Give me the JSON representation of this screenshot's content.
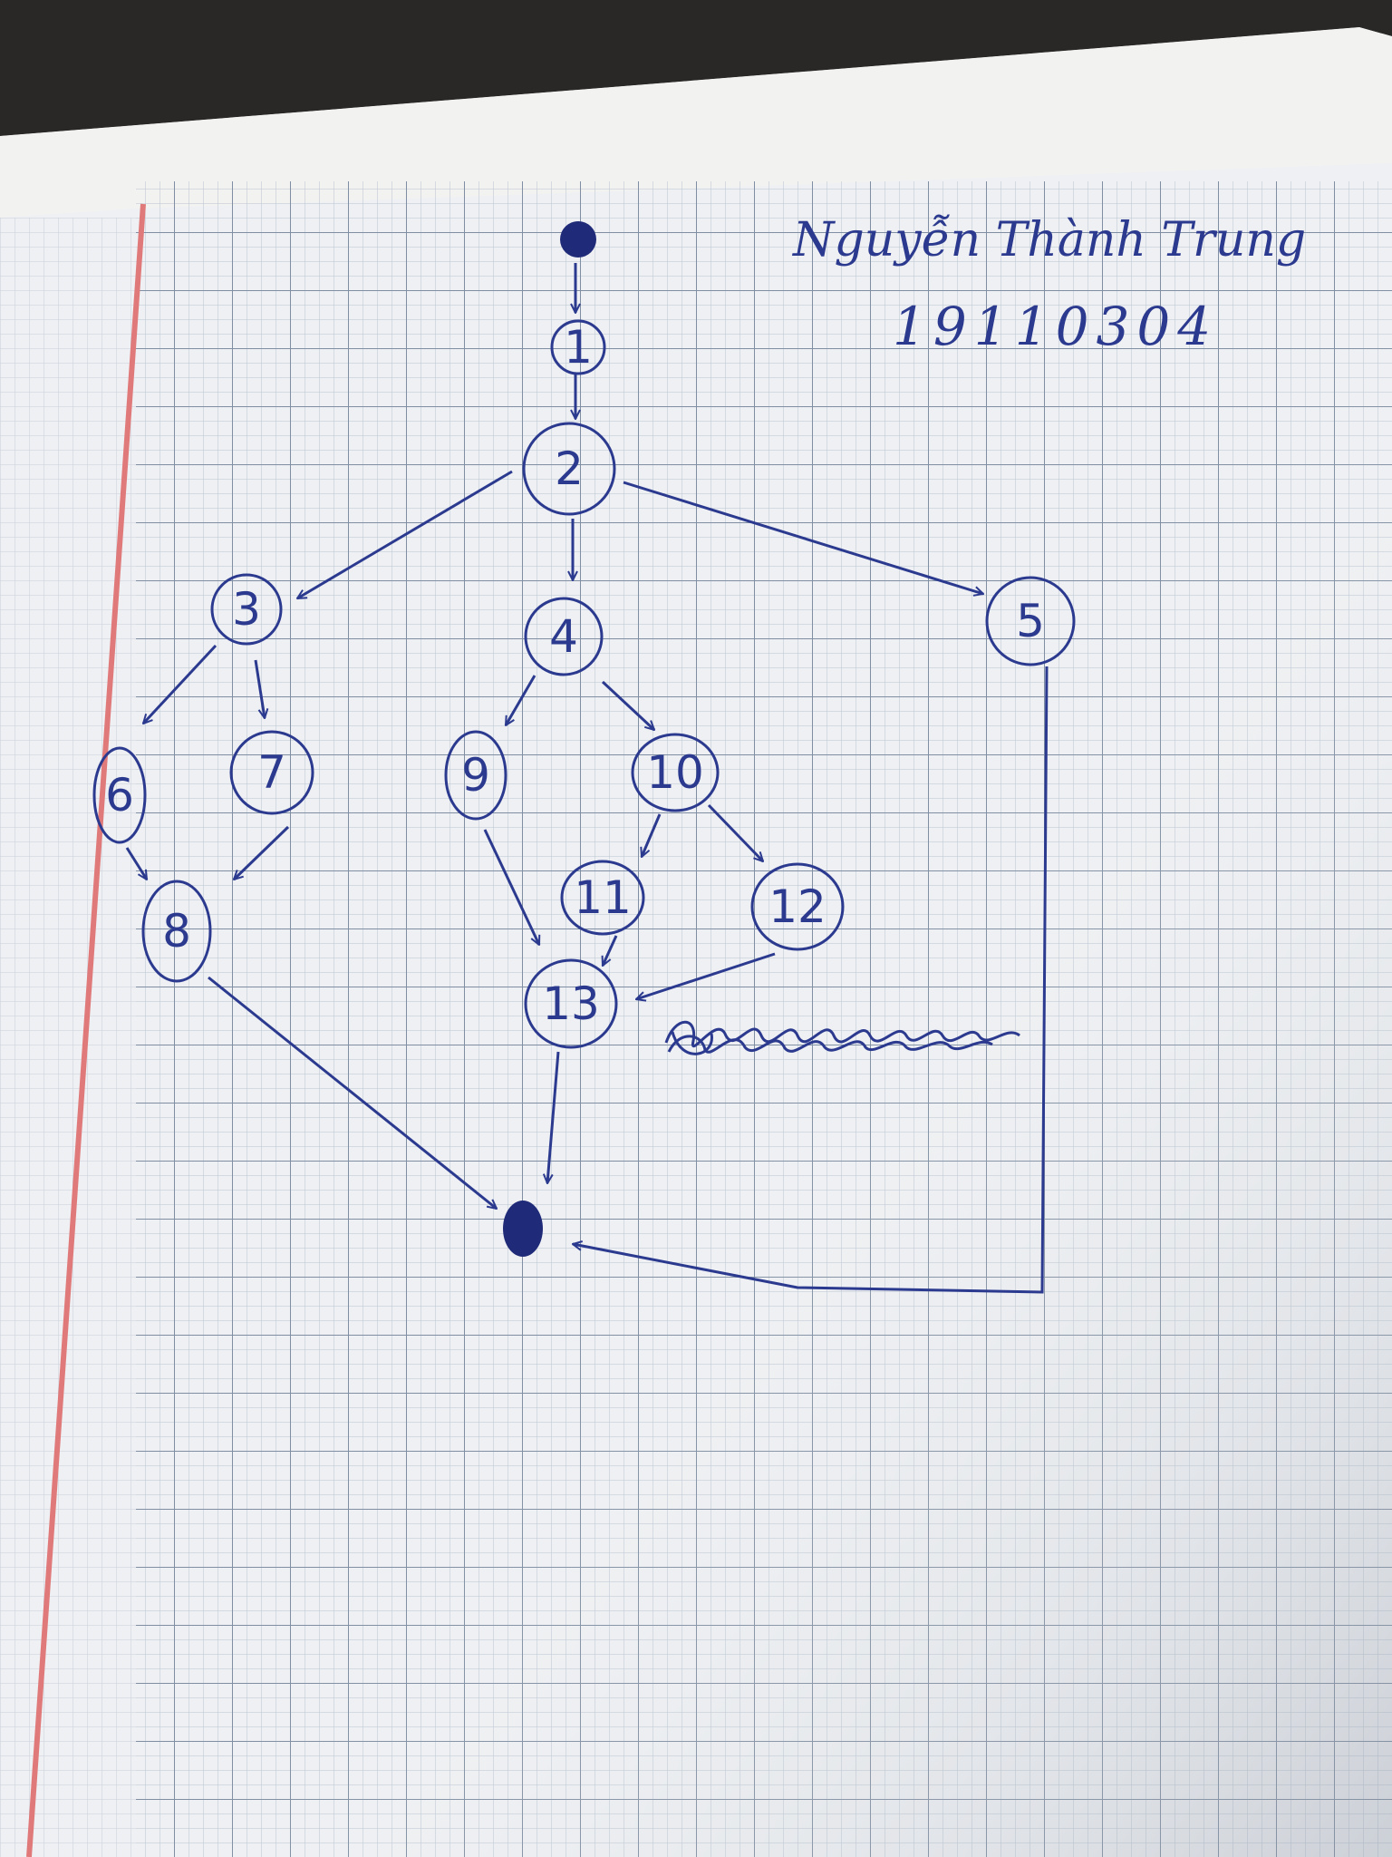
{
  "header": {
    "author_name": "Nguyễn Thành Trung",
    "student_id": "19110304"
  },
  "diagram": {
    "node_labels": {
      "n1": "1",
      "n2": "2",
      "n3": "3",
      "n4": "4",
      "n5": "5",
      "n6": "6",
      "n7": "7",
      "n8": "8",
      "n9": "9",
      "n10": "10",
      "n11": "11",
      "n12": "12",
      "n13": "13"
    },
    "edges": [
      [
        "start",
        "n1"
      ],
      [
        "n1",
        "n2"
      ],
      [
        "n2",
        "n3"
      ],
      [
        "n2",
        "n4"
      ],
      [
        "n2",
        "n5"
      ],
      [
        "n3",
        "n6"
      ],
      [
        "n3",
        "n7"
      ],
      [
        "n6",
        "n8"
      ],
      [
        "n7",
        "n8"
      ],
      [
        "n4",
        "n9"
      ],
      [
        "n4",
        "n10"
      ],
      [
        "n10",
        "n11"
      ],
      [
        "n10",
        "n12"
      ],
      [
        "n9",
        "n13"
      ],
      [
        "n11",
        "n13"
      ],
      [
        "n12",
        "n13"
      ],
      [
        "n8",
        "end"
      ],
      [
        "n13",
        "end"
      ],
      [
        "n5",
        "end"
      ]
    ],
    "ink_color": "#2b3a8f"
  }
}
